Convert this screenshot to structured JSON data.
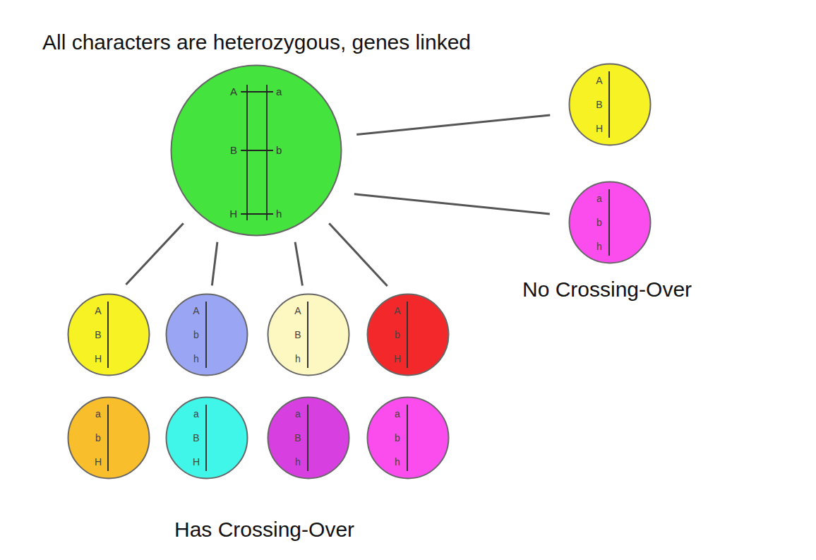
{
  "diagram": {
    "title": "All characters are heterozygous, genes linked",
    "nodes": [
      {
        "text": [
          "A",
          "a",
          "B",
          "b",
          "H",
          "h"
        ]
      },
      {
        "text": [
          "A",
          "B",
          "H"
        ]
      },
      {
        "text": [
          "a",
          "b",
          "h"
        ]
      },
      {
        "text": [
          "A",
          "B",
          "H"
        ]
      },
      {
        "text": [
          "A",
          "b",
          "h"
        ]
      },
      {
        "text": [
          "A",
          "B",
          "h"
        ]
      },
      {
        "text": [
          "A",
          "b",
          "H"
        ]
      },
      {
        "text": [
          "a",
          "b",
          "H"
        ]
      },
      {
        "text": [
          "a",
          "B",
          "H"
        ]
      },
      {
        "text": [
          "a",
          "B",
          "h"
        ]
      },
      {
        "text": [
          "a",
          "b",
          "h"
        ]
      }
    ],
    "edges": [
      {
        "from": 0,
        "to": 1,
        "arrow": "none"
      },
      {
        "from": 0,
        "to": 2,
        "arrow": "none"
      },
      {
        "from": 0,
        "to": 3,
        "arrow": "none"
      },
      {
        "from": 0,
        "to": 4,
        "arrow": "none"
      },
      {
        "from": 0,
        "to": 5,
        "arrow": "none"
      },
      {
        "from": 0,
        "to": 6,
        "arrow": "none"
      }
    ],
    "labels": [
      "No Crossing-Over",
      "Has Crossing-Over"
    ]
  }
}
